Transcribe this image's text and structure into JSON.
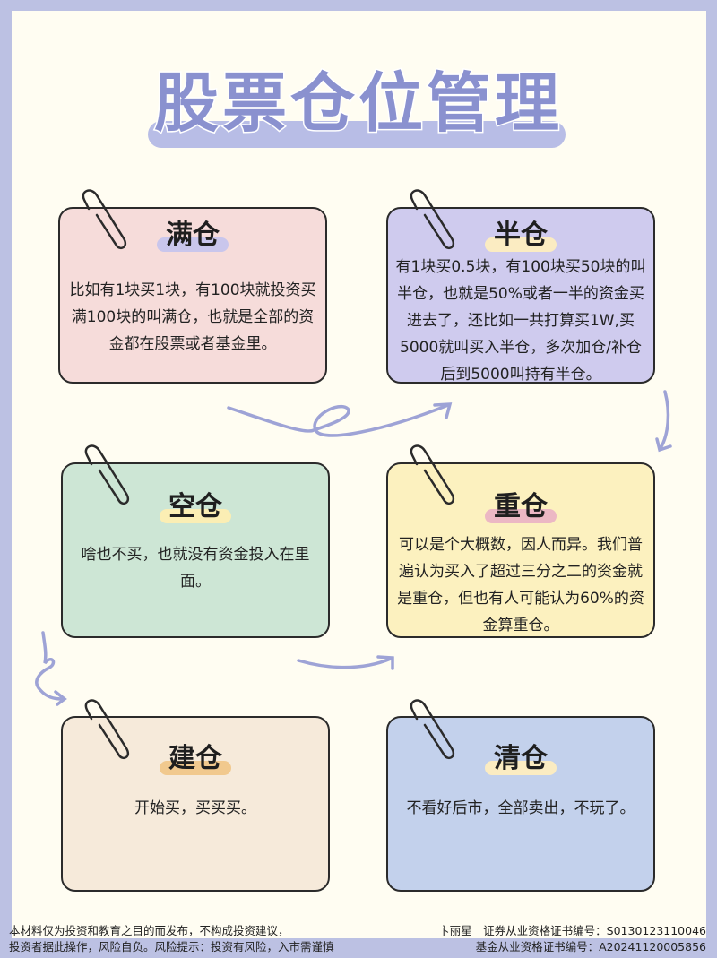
{
  "title": "股票仓位管理",
  "colors": {
    "frame": "#bcc1e3",
    "paper": "#fffdf2",
    "title_text": "#8a91cf",
    "title_bar": "#b8bde6",
    "arrow": "#9ea3d6"
  },
  "cards": [
    {
      "id": "full",
      "heading": "满仓",
      "bg": "#f6dcda",
      "highlight": "#c9c6ec",
      "body": "比如有1块买1块，有100块就投资买满100块的叫满仓，也就是全部的资金都在股票或者基金里。"
    },
    {
      "id": "half",
      "heading": "半仓",
      "bg": "#cfcbee",
      "highlight": "#fbecc2",
      "body": "有1块买0.5块，有100块买50块的叫半仓，也就是50%或者一半的资金买进去了，还比如一共打算买1W,买5000就叫买入半仓，多次加仓/补仓后到5000叫持有半仓。"
    },
    {
      "id": "empty",
      "heading": "空仓",
      "bg": "#cde6d5",
      "highlight": "#fbeeb4",
      "body": "啥也不买，也就没有资金投入在里面。"
    },
    {
      "id": "heavy",
      "heading": "重仓",
      "bg": "#fcf1bf",
      "highlight": "#ecb8c4",
      "body": "可以是个大概数，因人而异。我们普遍认为买入了超过三分之二的资金就是重仓，但也有人可能认为60%的资金算重仓。"
    },
    {
      "id": "build",
      "heading": "建仓",
      "bg": "#f6eada",
      "highlight": "#f1c98e",
      "body": "开始买，买买买。"
    },
    {
      "id": "clear",
      "heading": "清仓",
      "bg": "#c3d1ec",
      "highlight": "#fbecc2",
      "body": "不看好后市，全部卖出，不玩了。"
    }
  ],
  "footer": {
    "disclaimer_line1": "本材料仅为投资和教育之目的而发布，不构成投资建议，",
    "disclaimer_line2": "投资者据此操作，风险自负。风险提示：投资有风险，入市需谨慎",
    "author_line": "卞丽星　证券从业资格证书编号：S0130123110046",
    "fund_line": "基金从业资格证书编号：A20241120005856"
  },
  "icons": [
    "paperclip-icon",
    "curly-arrow-icon"
  ]
}
